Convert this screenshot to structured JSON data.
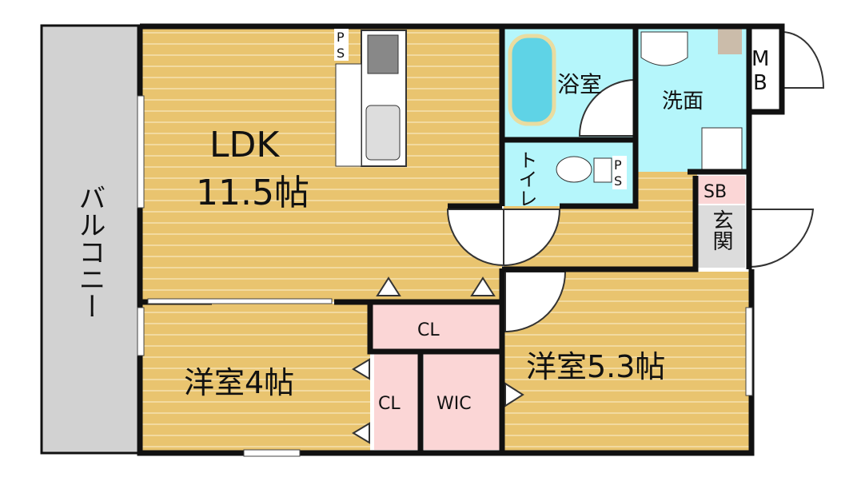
{
  "rooms": {
    "ldk": {
      "name": "LDK",
      "size": "11.5帖"
    },
    "western_small": "洋室4帖",
    "western_large": "洋室5.3帖",
    "balcony": "バルコニー",
    "bath": "浴室",
    "washroom": "洗面",
    "toilet": "トイレ",
    "entrance": "玄関",
    "shoebox": "SB",
    "meterbox_m": "M",
    "meterbox_b": "B",
    "closet_top": "CL",
    "closet_small": "CL",
    "wic": "WIC",
    "ps_p": "P",
    "ps_s": "S"
  },
  "colors": {
    "wood": "#e9c46f",
    "wet": "#b5f6fb",
    "storage": "#fbd6d6",
    "balcony": "#d2d2d2",
    "entrance": "#dcdcdc",
    "wall": "#111111"
  }
}
